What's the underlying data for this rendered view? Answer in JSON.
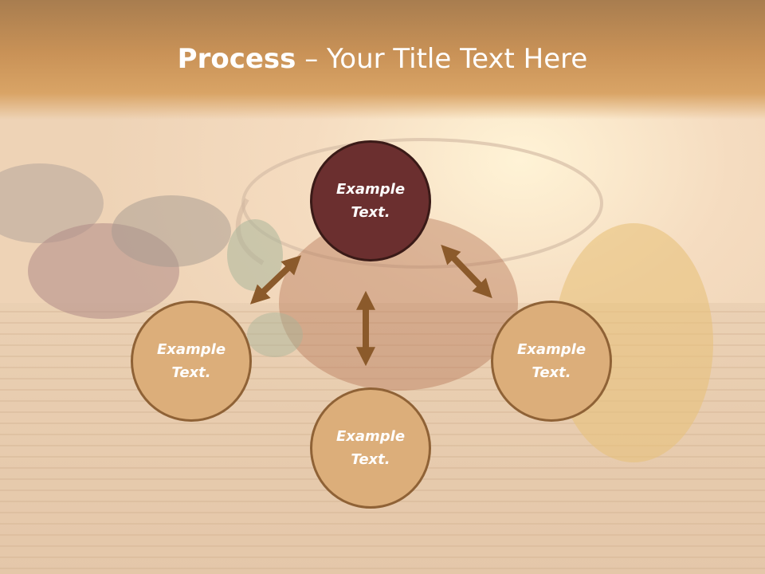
{
  "title": {
    "bold": "Process",
    "dash": " – ",
    "rest": "Your Title Text Here"
  },
  "nodes": {
    "top": "Example Text.",
    "left": "Example Text.",
    "right": "Example Text.",
    "bottom": "Example Text."
  },
  "colors": {
    "title_band": "#c99257",
    "circle_light": "#dcae7a",
    "circle_light_border": "#8f6236",
    "circle_dark": "#6b2f2f",
    "circle_dark_border": "#3a1a17",
    "arrow": "#8b5a2b"
  },
  "icons": {
    "arrows": "double-headed-arrow"
  }
}
